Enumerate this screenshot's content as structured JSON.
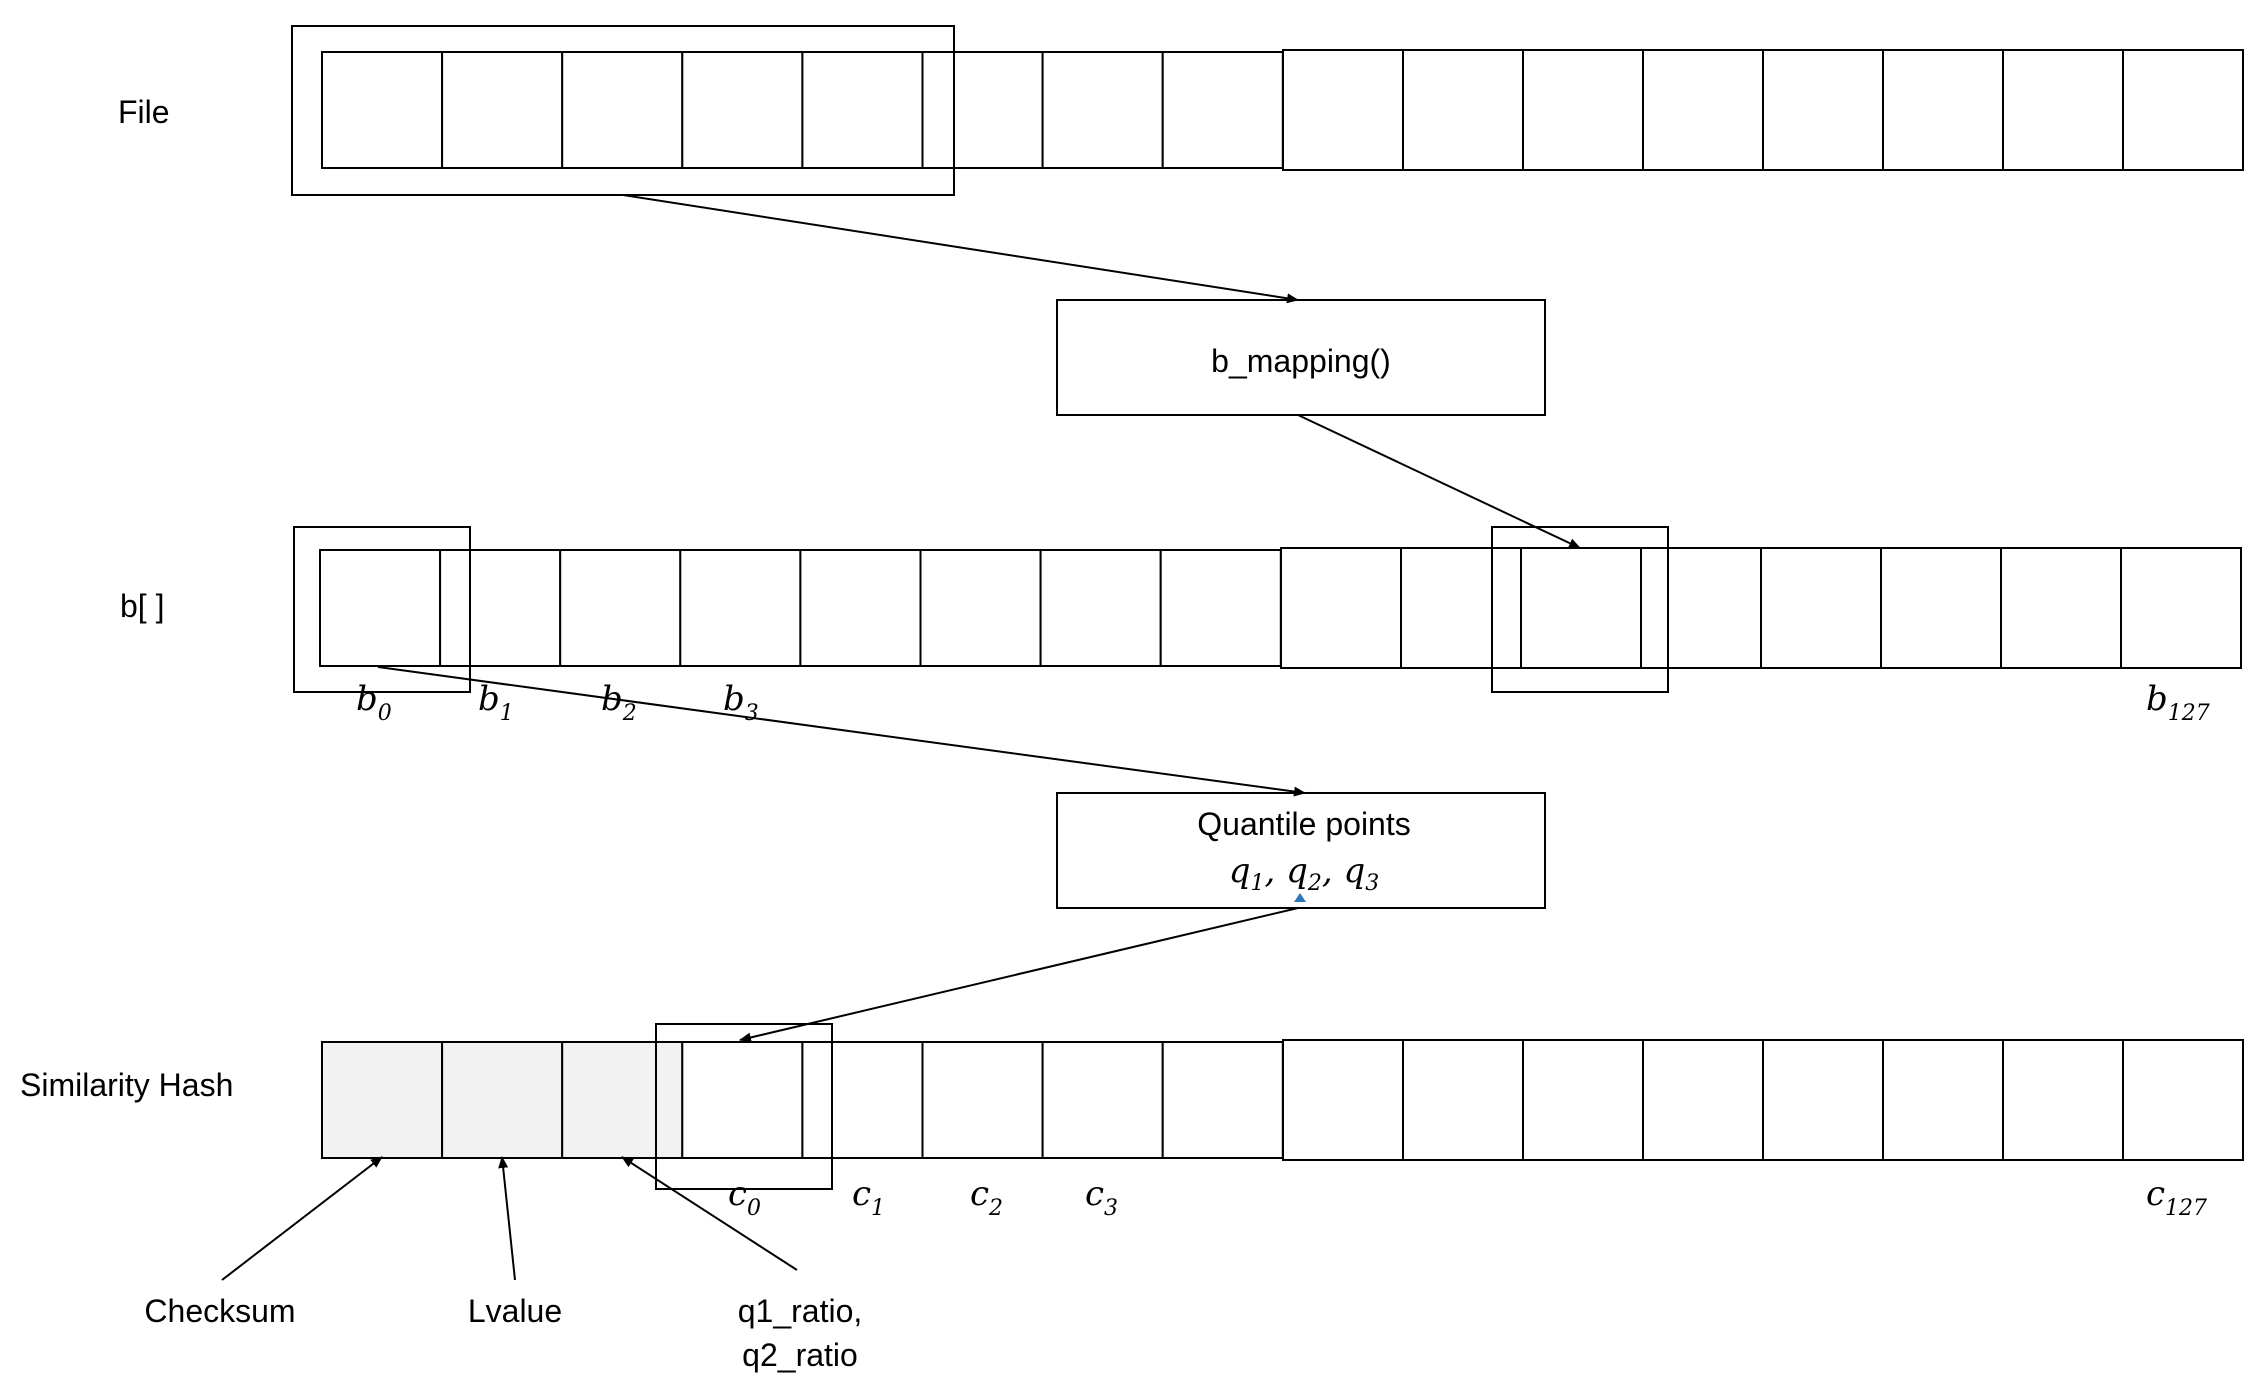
{
  "rows": {
    "file": {
      "label": "File"
    },
    "b_array": {
      "label": "b[ ]"
    },
    "similarity_hash": {
      "label": "Similarity Hash"
    }
  },
  "process_boxes": {
    "b_mapping": {
      "label": "b_mapping()"
    },
    "quantile": {
      "label": "Quantile points",
      "formula": [
        "q",
        "1",
        ", ",
        "q",
        "2",
        ", ",
        "q",
        "3"
      ]
    }
  },
  "b_indices": [
    {
      "base": "b",
      "sub": "0"
    },
    {
      "base": "b",
      "sub": "1"
    },
    {
      "base": "b",
      "sub": "2"
    },
    {
      "base": "b",
      "sub": "3"
    },
    {
      "base": "b",
      "sub": "127"
    }
  ],
  "c_indices": [
    {
      "base": "c",
      "sub": "0"
    },
    {
      "base": "c",
      "sub": "1"
    },
    {
      "base": "c",
      "sub": "2"
    },
    {
      "base": "c",
      "sub": "3"
    },
    {
      "base": "c",
      "sub": "127"
    }
  ],
  "header_fields": [
    {
      "label": "Checksum"
    },
    {
      "label": "Lvalue"
    },
    {
      "label": "q1_ratio,",
      "label_line2": "q2_ratio"
    }
  ],
  "colors": {
    "line": "#000000",
    "header_cell_fill": "#f2f2f2",
    "cell_fill": "#ffffff",
    "marker_accent": "#2e75b6"
  }
}
